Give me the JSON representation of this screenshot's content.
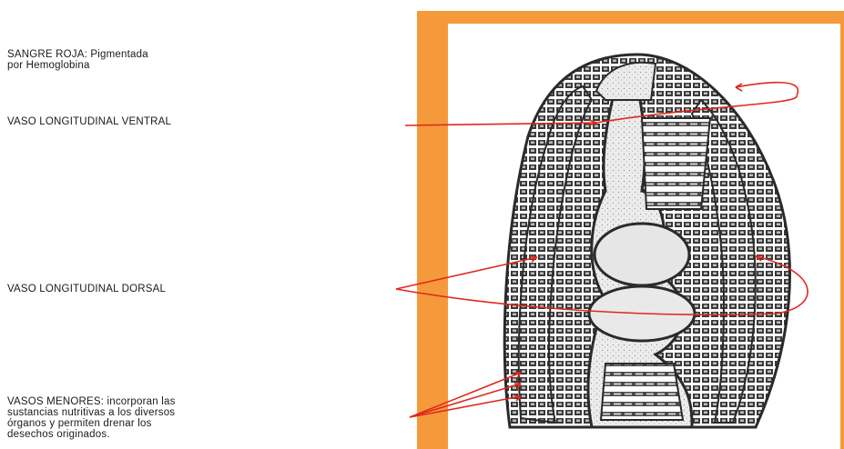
{
  "labels": {
    "sangre_line1": "SANGRE ROJA: Pigmentada",
    "sangre_line2": "por Hemoglobina",
    "ventral": "VASO LONGITUDINAL VENTRAL",
    "dorsal": "VASO LONGITUDINAL DORSAL",
    "menores_line1": "VASOS MENORES: incorporan las",
    "menores_line2": "sustancias nutritivas a los diversos",
    "menores_line3": "órganos y permiten drenar los",
    "menores_line4": "desechos originados."
  },
  "colors": {
    "frame": "#f59a3a",
    "pointer": "#e0281e",
    "ink": "#2a2a2a"
  }
}
